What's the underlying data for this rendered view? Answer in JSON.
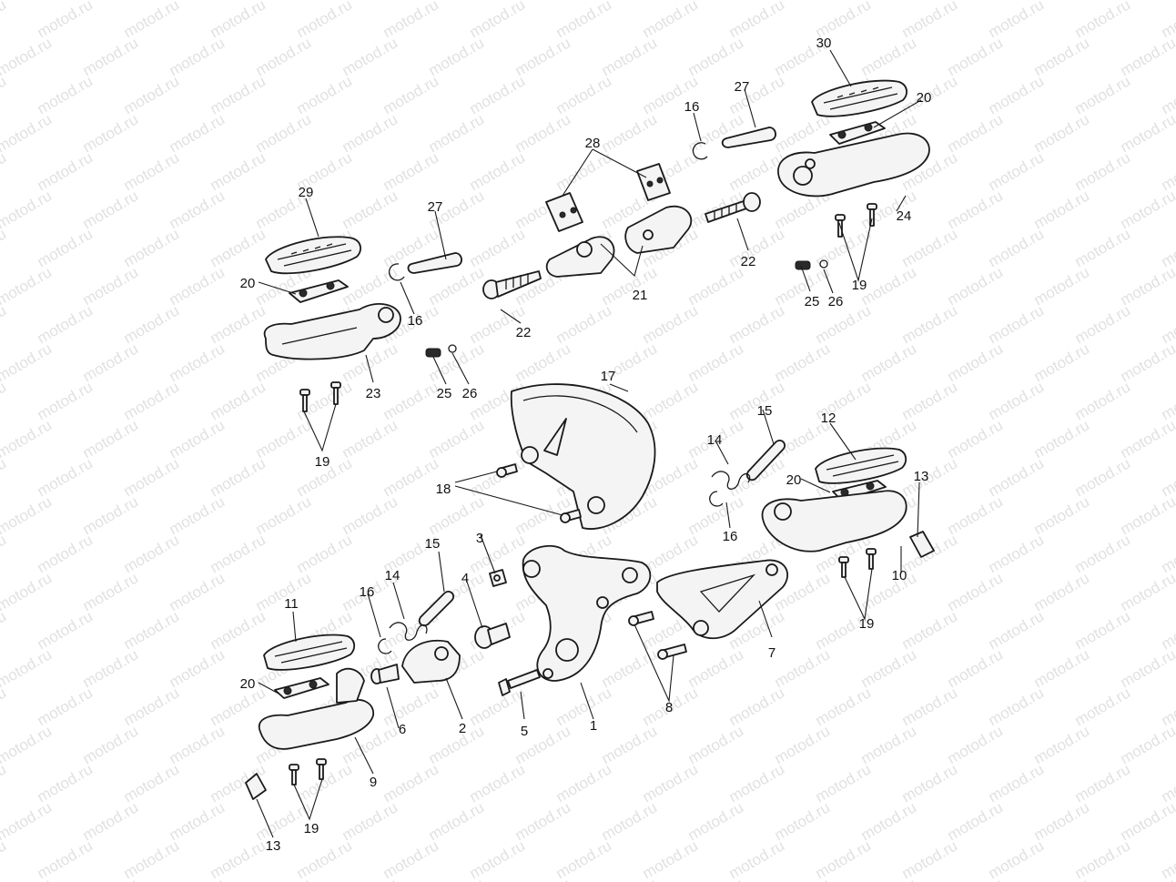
{
  "watermark": "motod.ru",
  "callouts": {
    "c1": "1",
    "c2": "2",
    "c3": "3",
    "c4": "4",
    "c5": "5",
    "c6": "6",
    "c7": "7",
    "c8": "8",
    "c9": "9",
    "c10": "10",
    "c11": "11",
    "c12": "12",
    "c13a": "13",
    "c13b": "13",
    "c14a": "14",
    "c14b": "14",
    "c15a": "15",
    "c15b": "15",
    "c16a": "16",
    "c16b": "16",
    "c16c": "16",
    "c16d": "16",
    "c17": "17",
    "c18": "18",
    "c19a": "19",
    "c19b": "19",
    "c19c": "19",
    "c19d": "19",
    "c20a": "20",
    "c20b": "20",
    "c20c": "20",
    "c20d": "20",
    "c21": "21",
    "c22a": "22",
    "c22b": "22",
    "c23": "23",
    "c24": "24",
    "c25a": "25",
    "c25b": "25",
    "c26a": "26",
    "c26b": "26",
    "c27a": "27",
    "c27b": "27",
    "c28": "28",
    "c29": "29",
    "c30": "30"
  }
}
